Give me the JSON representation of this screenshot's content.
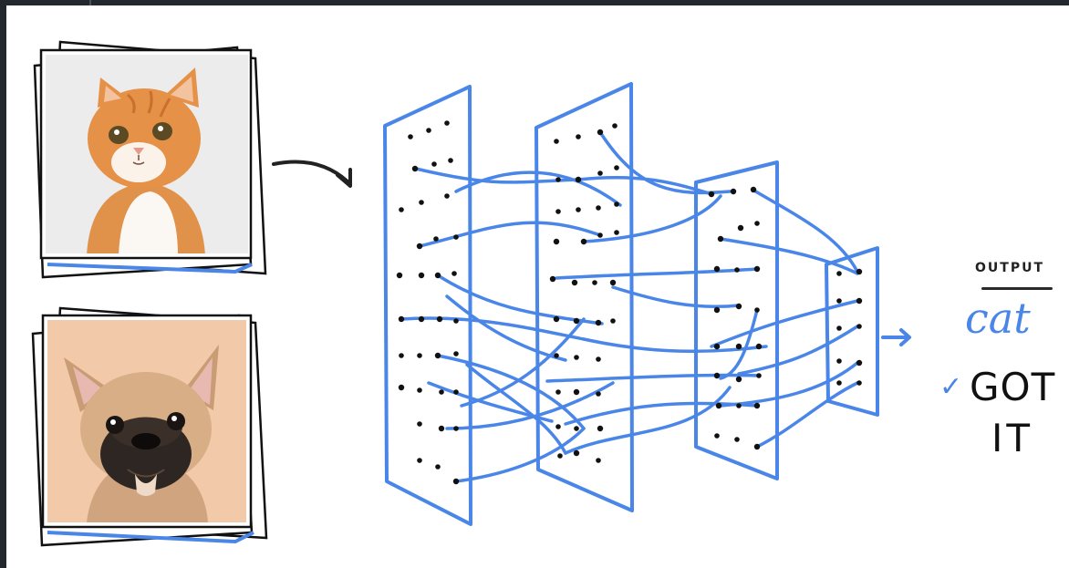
{
  "inputs": [
    {
      "icon": "cat-photo-icon"
    },
    {
      "icon": "dog-photo-icon"
    }
  ],
  "output": {
    "heading": "OUTPUT",
    "class_label": "cat",
    "check_mark": "✓",
    "status_line1": "GOT",
    "status_line2": "IT"
  },
  "colors": {
    "network_blue": "#4a86e8",
    "ink": "#111111",
    "frame_chrome": "#23272e"
  }
}
